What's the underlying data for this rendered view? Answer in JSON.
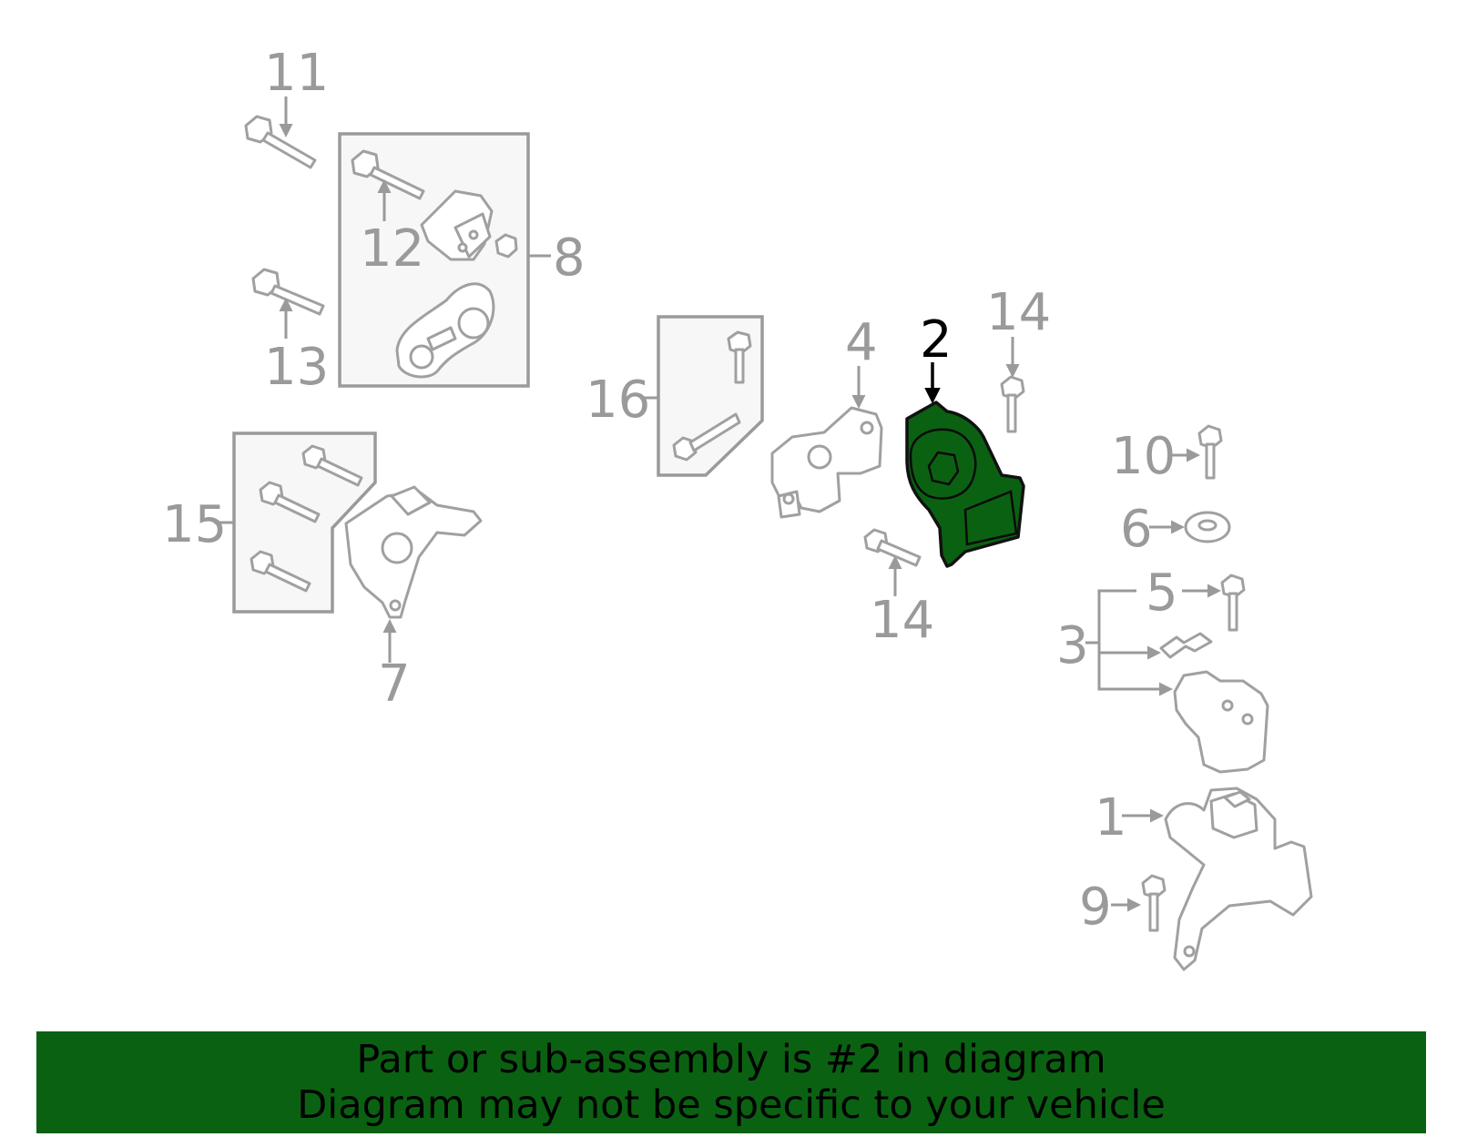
{
  "callouts": {
    "c1": "1",
    "c2": "2",
    "c3": "3",
    "c4": "4",
    "c5": "5",
    "c6": "6",
    "c7": "7",
    "c8": "8",
    "c9": "9",
    "c10": "10",
    "c11": "11",
    "c12": "12",
    "c13": "13",
    "c14a": "14",
    "c14b": "14",
    "c15": "15",
    "c16": "16"
  },
  "highlighted_part": "2",
  "banner": {
    "line1": "Part or sub-assembly is #2 in diagram",
    "line2": "Diagram may not be specific to your vehicle"
  },
  "colors": {
    "highlight_fill": "#0b6112",
    "banner_background": "#0b6112",
    "part_outline": "#a0a0a0",
    "callout_text": "#9a9a9a"
  }
}
